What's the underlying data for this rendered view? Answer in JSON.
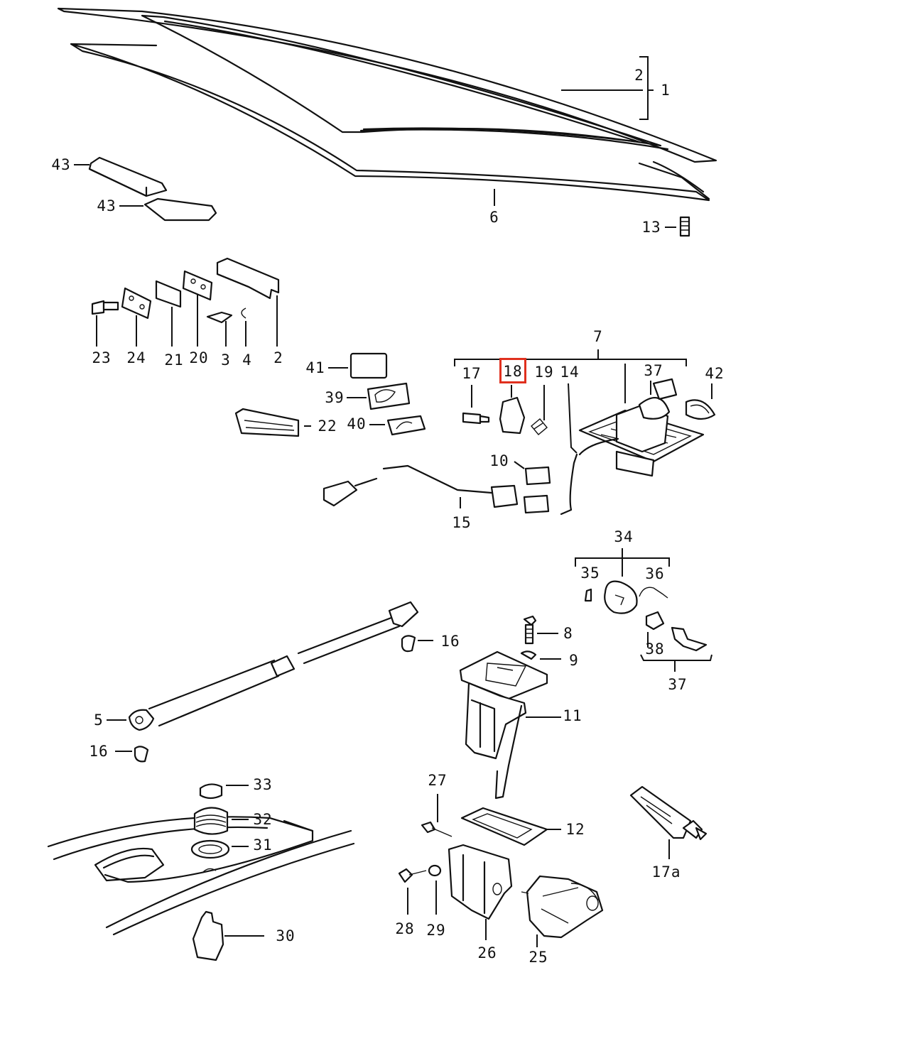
{
  "diagram": {
    "labels": {
      "l1": "1",
      "l2a": "2",
      "l6": "6",
      "l13": "13",
      "l43a": "43",
      "l43b": "43",
      "l23": "23",
      "l24": "24",
      "l21": "21",
      "l20": "20",
      "l3": "3",
      "l4": "4",
      "l2b": "2",
      "l41": "41",
      "l39": "39",
      "l22": "22",
      "l40": "40",
      "l7": "7",
      "l17": "17",
      "l18": "18",
      "l19": "19",
      "l14": "14",
      "l37a": "37",
      "l42": "42",
      "l10": "10",
      "l15": "15",
      "l34": "34",
      "l35": "35",
      "l36": "36",
      "l38": "38",
      "l37b": "37",
      "l8": "8",
      "l9": "9",
      "l16a": "16",
      "l11": "11",
      "l5": "5",
      "l16b": "16",
      "l33": "33",
      "l32": "32",
      "l31": "31",
      "l30": "30",
      "l27": "27",
      "l12": "12",
      "l28": "28",
      "l29": "29",
      "l26": "26",
      "l25": "25",
      "l17a": "17a"
    },
    "highlight_color": "#e0301e"
  }
}
